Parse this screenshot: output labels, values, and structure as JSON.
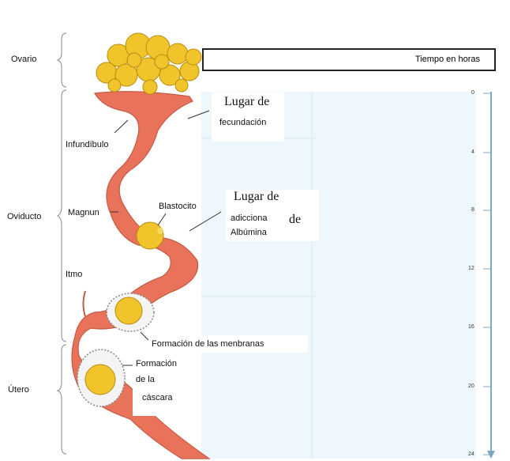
{
  "regions": {
    "ovario": "Ovario",
    "oviducto": "Oviducto",
    "utero": "Útero"
  },
  "parts": {
    "infundibulo": "Infundíbulo",
    "magnun": "Magnun",
    "itmo": "Itmo"
  },
  "annotations": {
    "lugar_fecundacion_1": "Lugar de",
    "lugar_fecundacion_2": "fecundación",
    "blastocito": "Blastocito",
    "lugar_albumina_1": "Lugar de",
    "lugar_albumina_2": "adicciona",
    "lugar_albumina_de": "de",
    "lugar_albumina_3": "Albúmina",
    "membranas": "Formación de las menbranas",
    "cascara_1": "Formación",
    "cascara_2": "de la",
    "cascara_3": "cáscara"
  },
  "time_axis": {
    "title": "Tiempo en horas",
    "ticks": [
      "0",
      "4",
      "8",
      "12",
      "16",
      "20",
      "24"
    ]
  },
  "colors": {
    "oviduct": "#e8735a",
    "oviduct_dark": "#c45a44",
    "follicle": "#f2c42c",
    "panel": "#eef8fc",
    "axis": "#7ca8c0"
  }
}
